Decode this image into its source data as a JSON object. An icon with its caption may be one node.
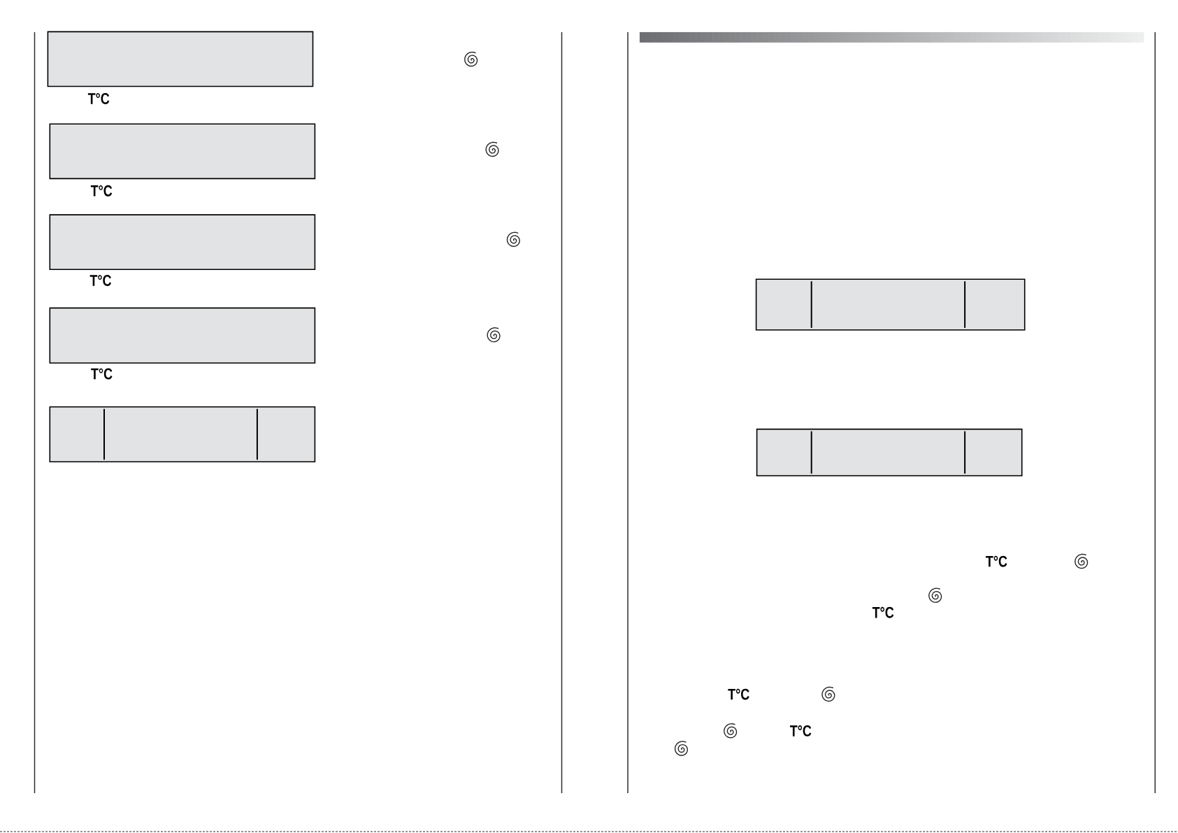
{
  "diagram": {
    "labels": [
      "T°C",
      "T°C",
      "T°C",
      "T°C",
      "T°C",
      "T°C",
      "T°C",
      "T°C"
    ]
  }
}
